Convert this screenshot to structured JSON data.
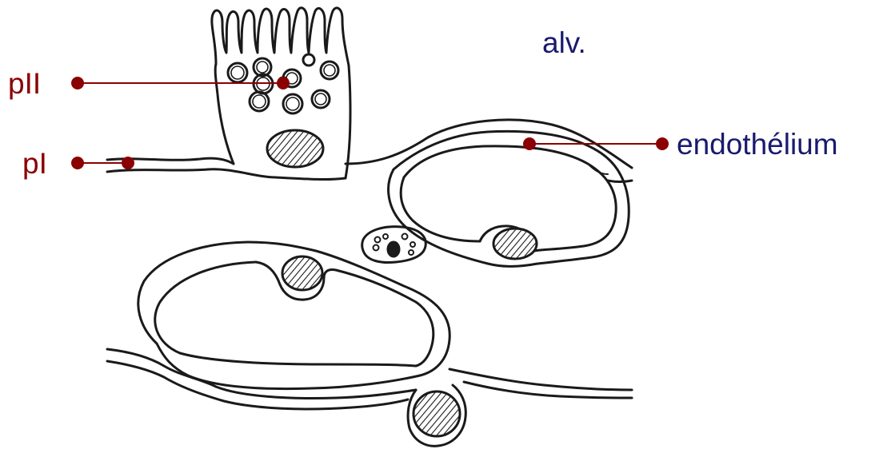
{
  "labels": {
    "alveolus": "alv.",
    "pneumocyte_2": "pII",
    "pneumocyte_1": "pI",
    "endothelium": "endothélium"
  },
  "colors": {
    "leader_line": "#8b0000",
    "label_dark": "#1a1a6e",
    "ink": "#1a1a1a",
    "background": "#ffffff"
  }
}
